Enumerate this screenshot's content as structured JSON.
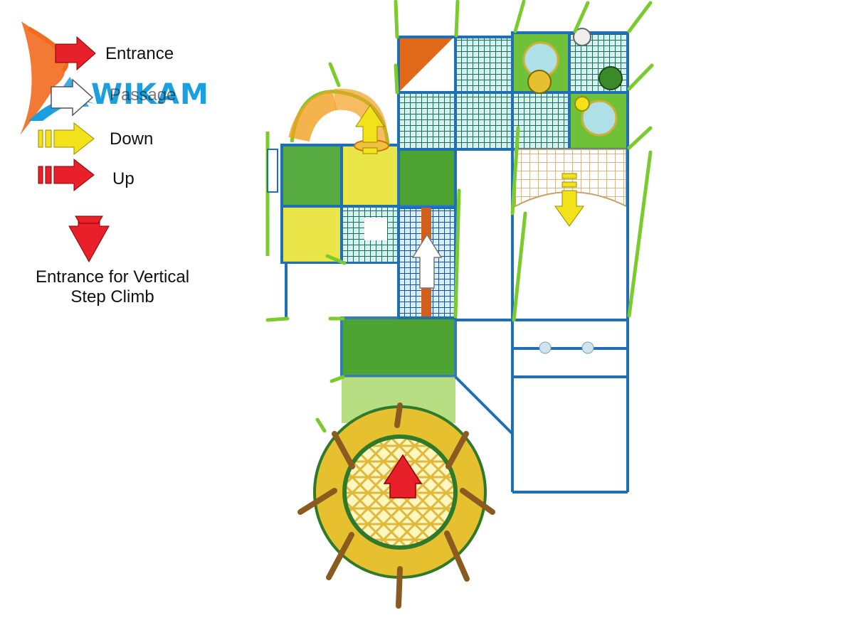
{
  "brand": {
    "logo_text": "WIKAM"
  },
  "legend": {
    "entrance": "Entrance",
    "passage": "Passage",
    "down": "Down",
    "up": "Up",
    "vertical_step_entrance": "Entrance for Vertical Step Climb"
  },
  "colors": {
    "frame": "#1f6fb5",
    "pole": "#7acb2e",
    "dark_green_panel": "#3a9b1e",
    "light_green_panel": "#9fd35a",
    "yellow_panel": "#e6e22a",
    "net": "#1e7a5e",
    "orange": "#e06a1a",
    "red_arrow": "#e8202a",
    "yellow_arrow": "#f2e21a",
    "trampoline_ring": "#e6c02e",
    "rope_net": "#d9b98a"
  }
}
